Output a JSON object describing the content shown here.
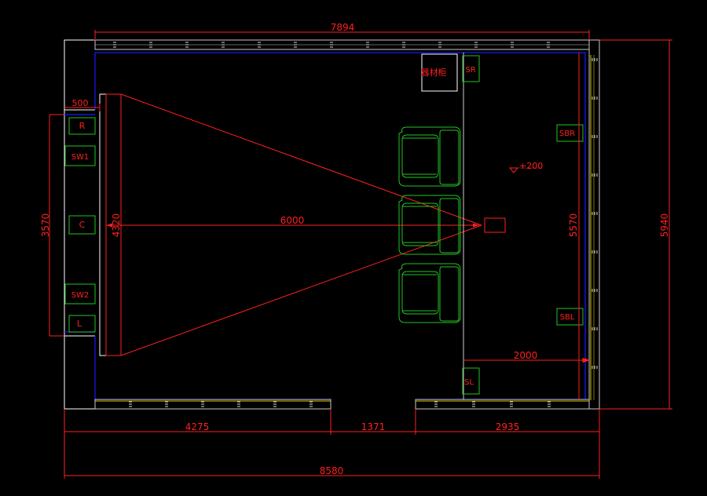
{
  "colors": {
    "background": "#000000",
    "dimension": "#ff2020",
    "outline": "#ffffff",
    "wall_inner": "#1a1aff",
    "furniture": "#22c422",
    "wall_hatch": "#c8c8c8",
    "wall_accent": "#d4c200"
  },
  "dimensions": {
    "top_total": "7894",
    "bottom_left": "4275",
    "bottom_door": "1371",
    "bottom_right": "2935",
    "bottom_total": "8580",
    "left_speaker_span": "3570",
    "screen_depth": "500",
    "screen_width": "4320",
    "viewing_distance": "6000",
    "right_inner": "5570",
    "right_outer": "5940",
    "rear_distance": "2000"
  },
  "labels": {
    "equipment_cabinet": "器材柜",
    "floor_level": "+200"
  },
  "speakers": {
    "right": "R",
    "sub1": "SW1",
    "center": "C",
    "sub2": "SW2",
    "left": "L",
    "surround_right": "SR",
    "surround_left": "SL",
    "surround_back_right": "SBR",
    "surround_back_left": "SBL"
  }
}
